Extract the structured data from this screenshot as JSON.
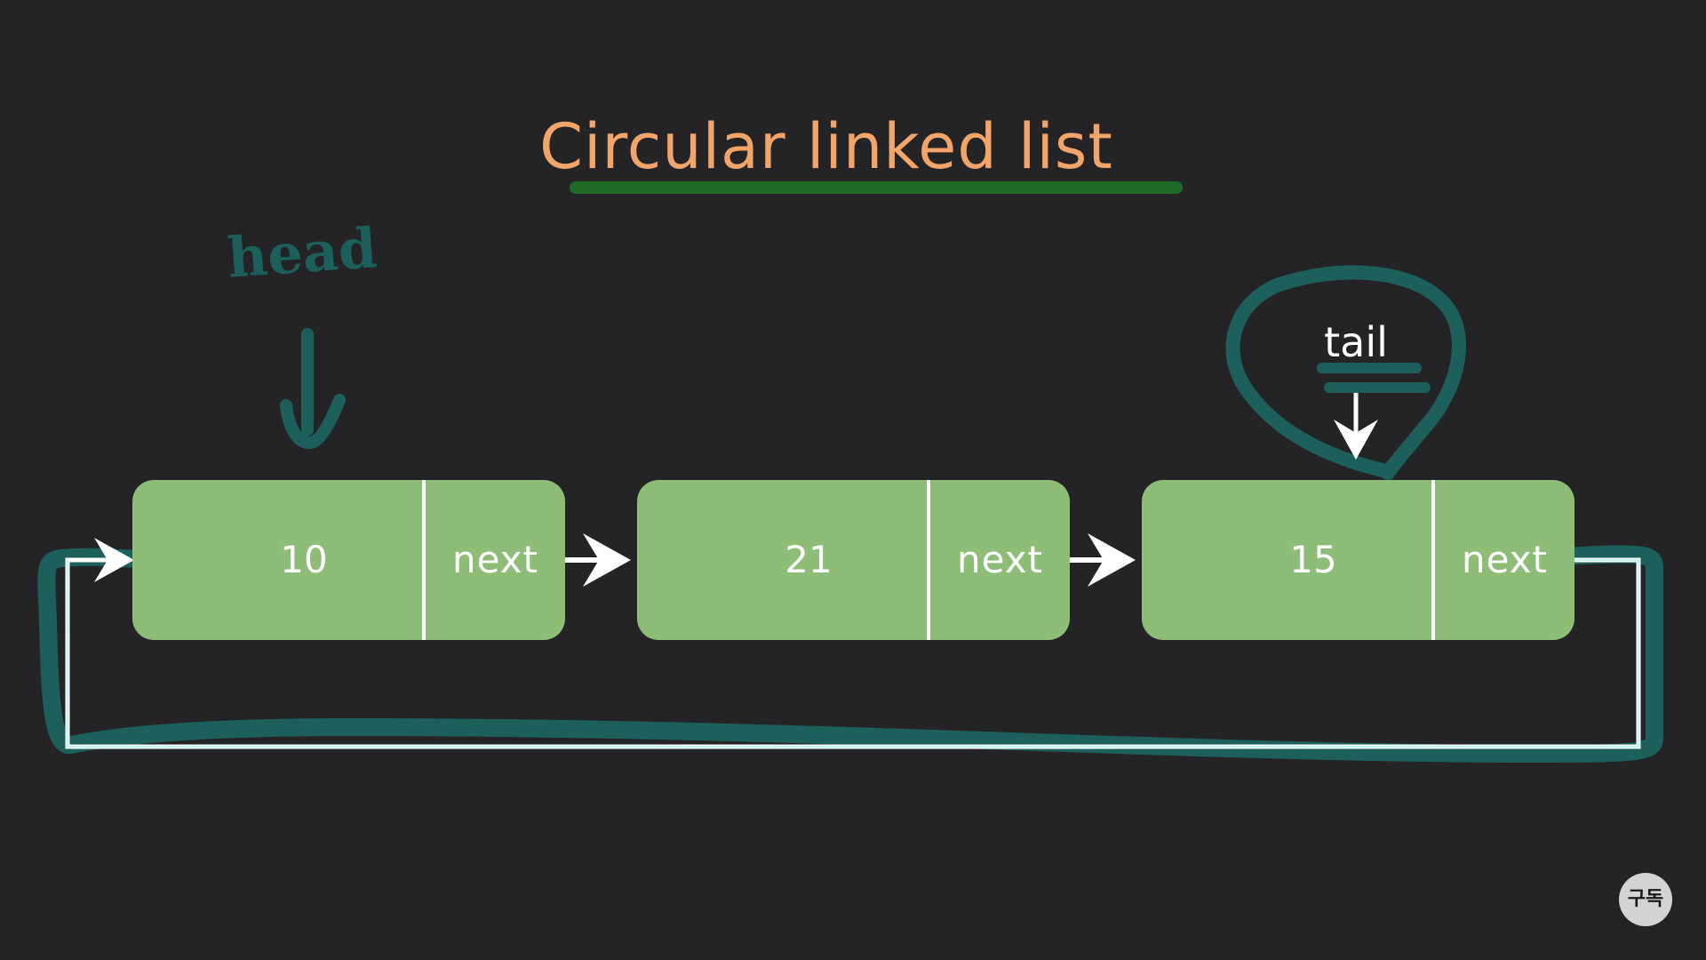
{
  "title": "Circular linked list",
  "pointers": {
    "head_label": "head",
    "tail_label": "tail"
  },
  "nodes": [
    {
      "value": "10",
      "next_label": "next"
    },
    {
      "value": "21",
      "next_label": "next"
    },
    {
      "value": "15",
      "next_label": "next"
    }
  ],
  "badge": "구독",
  "colors": {
    "background": "#242325",
    "title": "#f2a56b",
    "title_underline": "#1f6b25",
    "node_fill": "#8dbd76",
    "arrow": "#ffffff",
    "annotation": "#1c5f5b",
    "loop_glow": "#8ff0ee"
  }
}
